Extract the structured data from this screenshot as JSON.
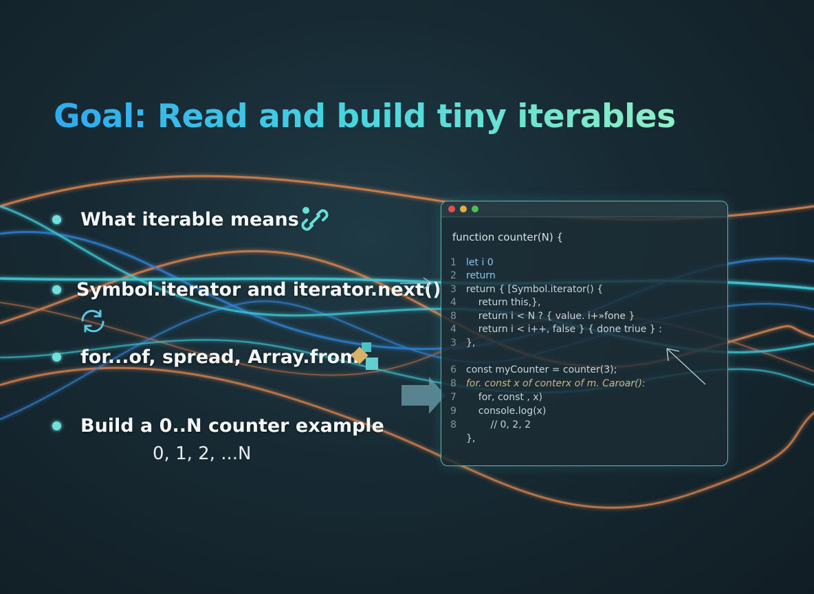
{
  "title": "Goal: Read and build tiny iterables",
  "bullets": [
    {
      "text": "What iterable means",
      "icon": "chain-link-icon"
    },
    {
      "text": "Symbol.iterator and iterator.next()",
      "icon": "cycle-arrows-icon"
    },
    {
      "text": "for...of, spread, Array.from",
      "icon": "shapes-icon"
    },
    {
      "text": "Build a 0..N counter example",
      "icon": ""
    }
  ],
  "subtext": "0, 1, 2, ...N",
  "code": {
    "header": "function counter(N) {",
    "lines": [
      {
        "num": "1",
        "text": "let i 0"
      },
      {
        "num": "2",
        "text": "return"
      },
      {
        "num": "3",
        "text": "return { [Symbol.iterator() {"
      },
      {
        "num": "4",
        "text": "    return this,},"
      },
      {
        "num": "8",
        "text": "    return i < N ? { value. i+»fone }"
      },
      {
        "num": "4",
        "text": "    return i < i++, false } { done triue } :"
      },
      {
        "num": "3",
        "text": "},"
      },
      {
        "num": "6",
        "text": "const myCounter = counter(3);"
      },
      {
        "num": "8",
        "text": "for. const x of conterx of m. Caroar():"
      },
      {
        "num": "7",
        "text": "    for, const , x)"
      },
      {
        "num": "9",
        "text": "    console.log(x)"
      },
      {
        "num": "8",
        "text": "        // 0, 2, 2"
      },
      {
        "num": "",
        "text": "},"
      }
    ]
  },
  "colors": {
    "background": "#172a33",
    "title_gradient_start": "#2fa9f0",
    "title_gradient_end": "#8ff0c4",
    "bullet_dot": "#6fe0dc",
    "wave_cyan": "#3fc9d8",
    "wave_blue": "#2f7fd0",
    "wave_orange": "#d9834e"
  }
}
